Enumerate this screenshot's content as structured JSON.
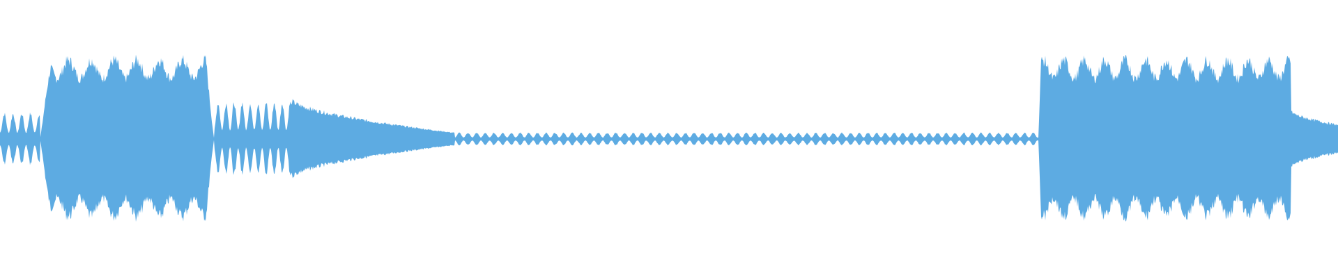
{
  "waveform": {
    "color": "#5dabe2",
    "background": "#ffffff",
    "segments": [
      {
        "start": 0.0,
        "end": 0.03,
        "amp": 0.09,
        "style": "pulses",
        "pulse": 0.0065
      },
      {
        "start": 0.03,
        "end": 0.16,
        "amp": 0.25,
        "style": "sustained",
        "rise": 0.008,
        "fall": 0.006,
        "wobble": 0.13,
        "wobble_period": 0.017
      },
      {
        "start": 0.16,
        "end": 0.218,
        "amp": 0.13,
        "style": "pulses",
        "pulse": 0.006
      },
      {
        "start": 0.218,
        "end": 0.34,
        "amp": 0.14,
        "style": "decay",
        "to": 0.022
      },
      {
        "start": 0.34,
        "end": 0.776,
        "amp": 0.022,
        "style": "pulses",
        "pulse": 0.0065
      },
      {
        "start": 0.776,
        "end": 0.965,
        "amp": 0.25,
        "style": "sustained",
        "rise": 0.002,
        "fall": 0.0,
        "wobble": 0.13,
        "wobble_period": 0.0153
      },
      {
        "start": 0.965,
        "end": 1.0,
        "amp": 0.1,
        "style": "decay",
        "to": 0.05
      }
    ]
  }
}
